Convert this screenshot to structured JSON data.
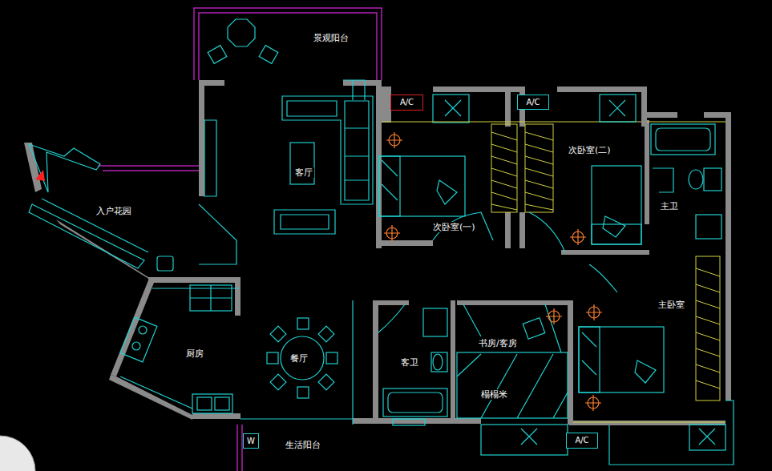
{
  "diagram": {
    "nodes": [
      {
        "text": [
          "A/C"
        ]
      },
      {
        "text": [
          "A/C"
        ]
      },
      {
        "text": [
          "A/C"
        ]
      },
      {
        "text": [
          "W"
        ]
      }
    ],
    "labels": [
      "景观阳台",
      "客厅",
      "次卧室(一)",
      "次卧室(二)",
      "主卫",
      "入户花园",
      "厨房",
      "餐厅",
      "主卧室",
      "客卫",
      "书房/客房",
      "榻榻米",
      "生活阳台"
    ]
  }
}
